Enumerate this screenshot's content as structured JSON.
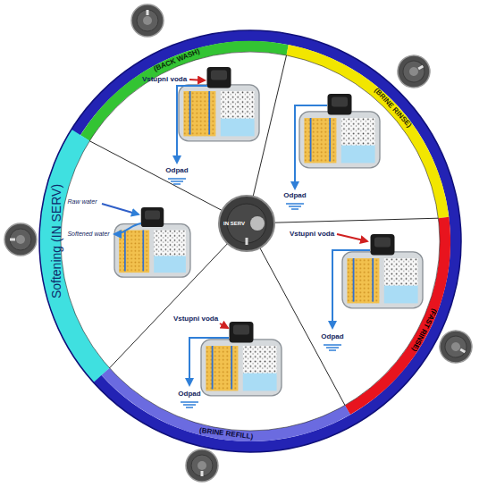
{
  "diagram": {
    "labels": [
      "(BACK WASH)",
      "Vstupni voda",
      "Odpad",
      "(BRINE RINSE)",
      "Odpad",
      "Softening (IN SERV)",
      "Raw water",
      "Softened water",
      "IN SERV",
      "Vstupni voda",
      "Odpad",
      "(FAST RINSE)",
      "Vstupni voda",
      "Odpad",
      "(BRINE REFILL)"
    ]
  }
}
